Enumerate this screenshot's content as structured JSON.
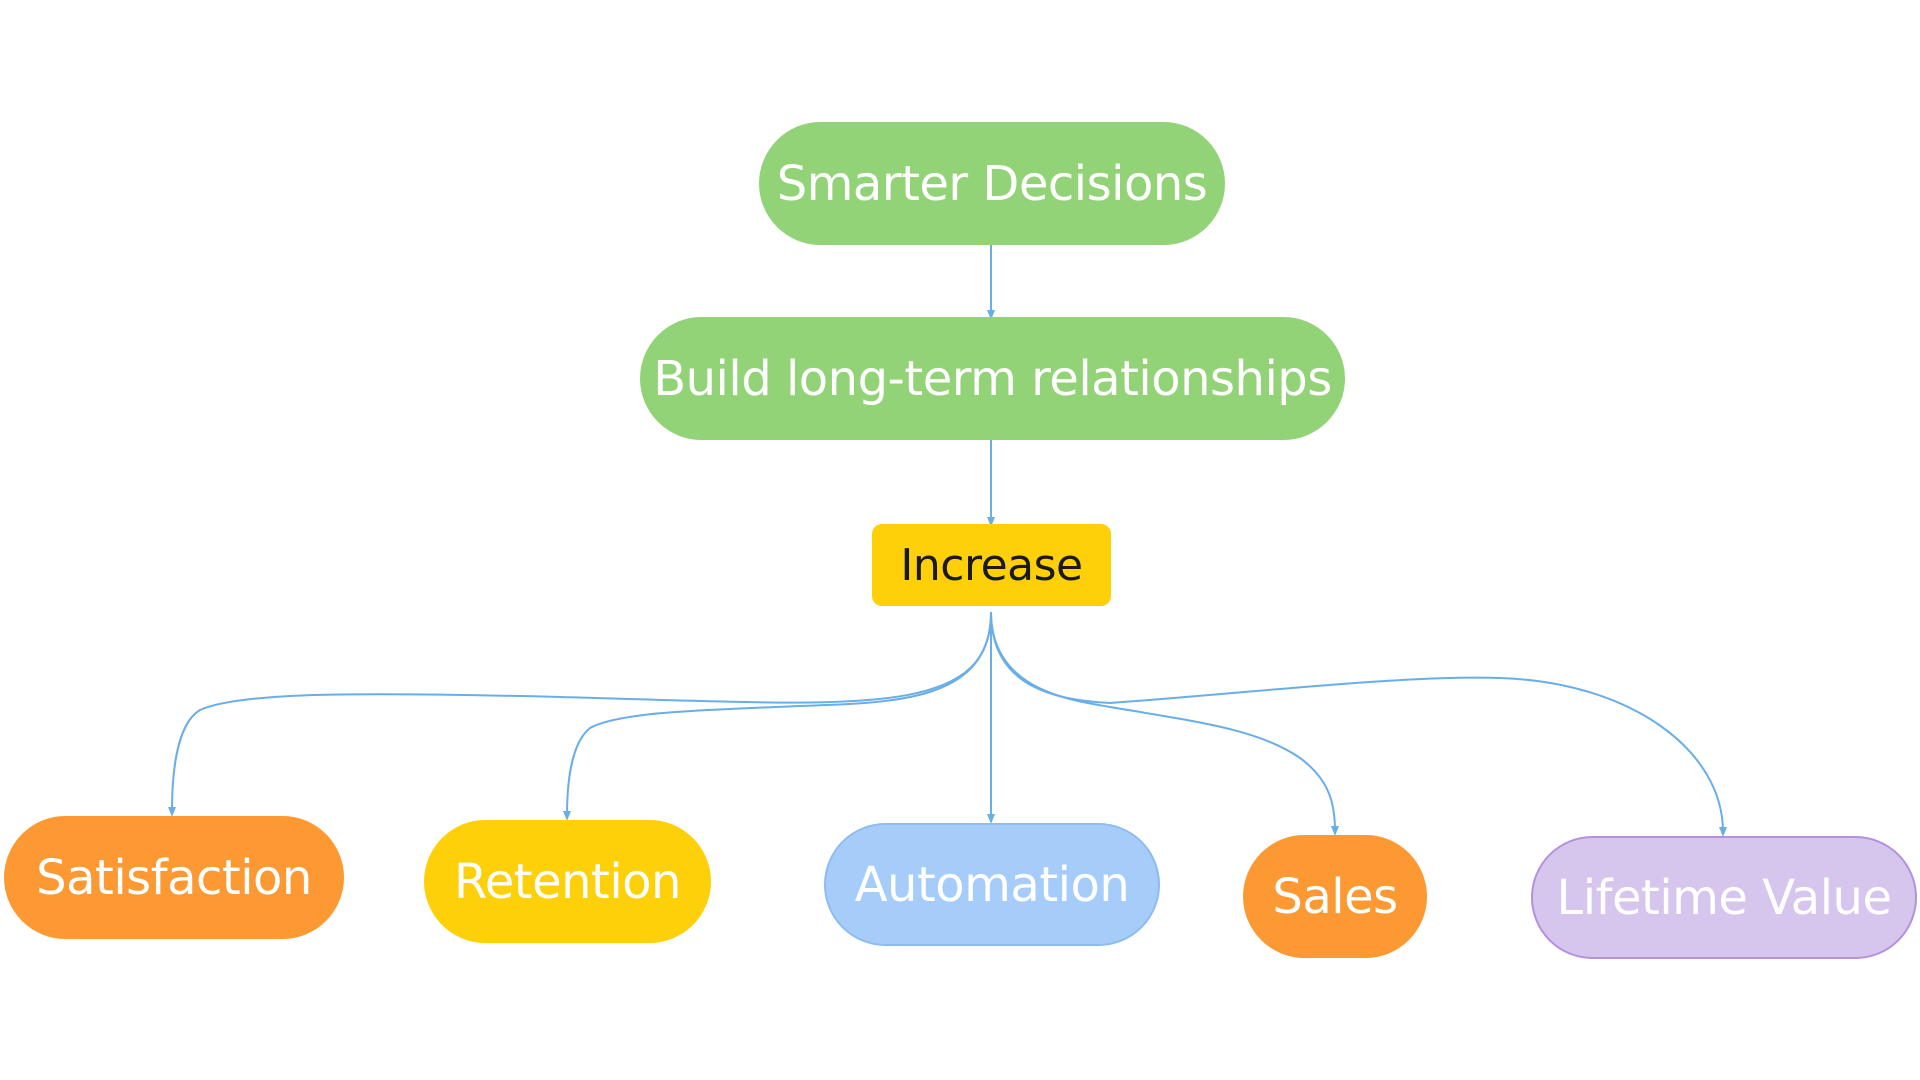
{
  "diagram": {
    "colors": {
      "edge": "#6aaee8",
      "green": "#93d377",
      "yellow": "#fdd00a",
      "orange": "#fd9933",
      "blue_fill": "#a6cdfa",
      "blue_border": "#8cbcf0",
      "purple_fill": "#d6c6ee",
      "purple_border": "#b391df",
      "white_text": "#ffffff",
      "dark_text": "#1a1a1a"
    },
    "nodes": {
      "smarter_decisions": {
        "label": "Smarter Decisions",
        "fill": "#93d377",
        "text_color": "#ffffff"
      },
      "build_relationships": {
        "label": "Build long-term relationships",
        "fill": "#93d377",
        "text_color": "#ffffff"
      },
      "increase": {
        "label": "Increase",
        "fill": "#fdd00a",
        "text_color": "#1a1a1a"
      },
      "satisfaction": {
        "label": "Satisfaction",
        "fill": "#fd9933",
        "text_color": "#ffffff"
      },
      "retention": {
        "label": "Retention",
        "fill": "#fdd00a",
        "text_color": "#ffffff"
      },
      "automation": {
        "label": "Automation",
        "fill": "#a6cdfa",
        "border": "#8cbcf0",
        "text_color": "#ffffff"
      },
      "sales": {
        "label": "Sales",
        "fill": "#fd9933",
        "text_color": "#ffffff"
      },
      "lifetime_value": {
        "label": "Lifetime Value",
        "fill": "#d6c6ee",
        "border": "#b391df",
        "text_color": "#ffffff"
      }
    },
    "edges": [
      {
        "from": "smarter_decisions",
        "to": "build_relationships"
      },
      {
        "from": "build_relationships",
        "to": "increase"
      },
      {
        "from": "increase",
        "to": "satisfaction"
      },
      {
        "from": "increase",
        "to": "retention"
      },
      {
        "from": "increase",
        "to": "automation"
      },
      {
        "from": "increase",
        "to": "sales"
      },
      {
        "from": "increase",
        "to": "lifetime_value"
      }
    ]
  }
}
